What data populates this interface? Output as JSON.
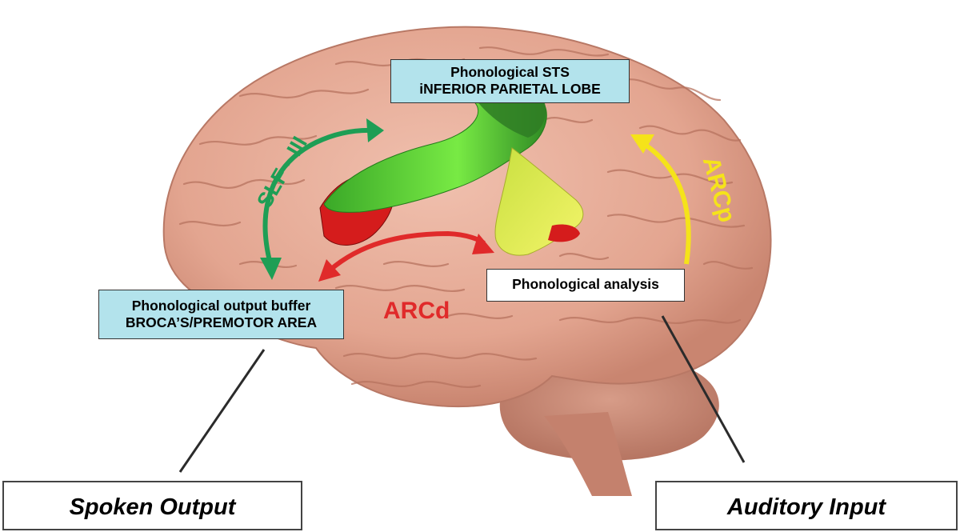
{
  "boxes": {
    "phonological_sts": {
      "line1": "Phonological STS",
      "line2": "iNFERIOR PARIETAL LOBE"
    },
    "phonological_analysis": {
      "text": "Phonological analysis"
    },
    "output_buffer": {
      "line1": "Phonological output buffer",
      "line2": "BROCA’S/PREMOTOR AREA"
    },
    "spoken_output": {
      "text": "Spoken Output"
    },
    "auditory_input": {
      "text": "Auditory Input"
    }
  },
  "pathways": {
    "slf": {
      "label": "SLF - III",
      "color": "#1e9e55"
    },
    "arcd": {
      "label": "ARCd",
      "color": "#e02a2a"
    },
    "arcp": {
      "label": "ARCp",
      "color": "#f5e31a"
    }
  },
  "colors": {
    "brain": "#e7ab98",
    "box_fill": "#b3e3ec",
    "fiber_green": "#5cd639",
    "fiber_red": "#d51c1c",
    "fiber_yellow": "#e6ef52"
  }
}
